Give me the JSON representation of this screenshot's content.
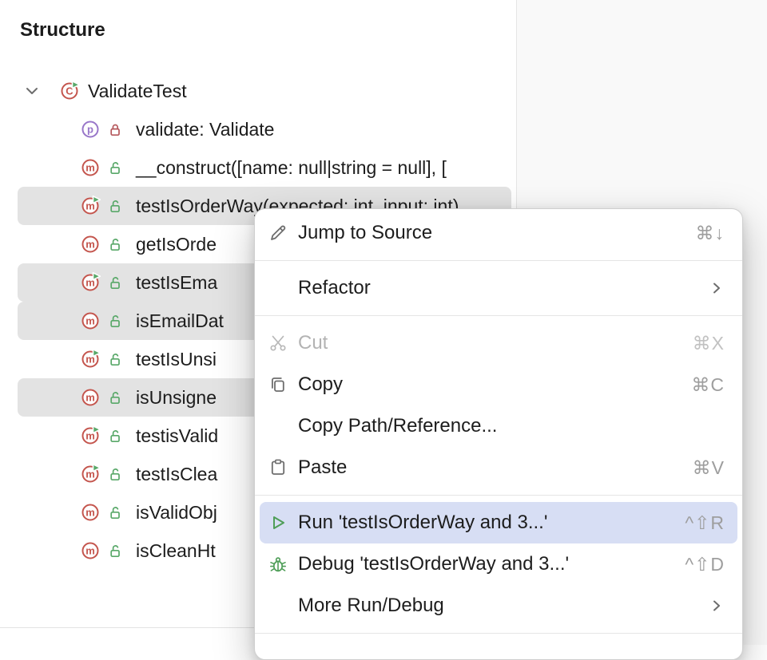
{
  "structure_panel": {
    "title": "Structure",
    "root": {
      "label": "ValidateTest",
      "icon": "test-class-icon",
      "expanded": true
    },
    "items": [
      {
        "label": "validate: Validate",
        "icon": "property-icon",
        "modifier_icon": "lock-icon",
        "badge": false,
        "selected": false
      },
      {
        "label": "__construct([name: null|string = null], [",
        "icon": "method-icon",
        "modifier_icon": "unlock-icon",
        "badge": false,
        "selected": false
      },
      {
        "label": "testIsOrderWay(expected: int, input: int)",
        "icon": "method-icon",
        "modifier_icon": "unlock-icon",
        "badge": true,
        "selected": true
      },
      {
        "label": "getIsOrde",
        "icon": "method-icon",
        "modifier_icon": "unlock-icon",
        "badge": false,
        "selected": false
      },
      {
        "label": "testIsEma",
        "icon": "method-icon",
        "modifier_icon": "unlock-icon",
        "badge": true,
        "selected": true
      },
      {
        "label": "isEmailDat",
        "icon": "method-icon",
        "modifier_icon": "unlock-icon",
        "badge": false,
        "selected": true
      },
      {
        "label": "testIsUnsi",
        "icon": "method-icon",
        "modifier_icon": "unlock-icon",
        "badge": true,
        "selected": false
      },
      {
        "label": "isUnsigne",
        "icon": "method-icon",
        "modifier_icon": "unlock-icon",
        "badge": false,
        "selected": true
      },
      {
        "label": "testisValid",
        "icon": "method-icon",
        "modifier_icon": "unlock-icon",
        "badge": true,
        "selected": false
      },
      {
        "label": "testIsClea",
        "icon": "method-icon",
        "modifier_icon": "unlock-icon",
        "badge": true,
        "selected": false
      },
      {
        "label": "isValidObj",
        "icon": "method-icon",
        "modifier_icon": "unlock-icon",
        "badge": false,
        "selected": false
      },
      {
        "label": "isCleanHt",
        "icon": "method-icon",
        "modifier_icon": "unlock-icon",
        "badge": false,
        "selected": false
      }
    ]
  },
  "context_menu": {
    "jump_to_source": {
      "label": "Jump to Source",
      "icon": "pencil-icon",
      "shortcut": "⌘↓"
    },
    "refactor": {
      "label": "Refactor",
      "submenu": true
    },
    "cut": {
      "label": "Cut",
      "icon": "scissors-icon",
      "shortcut": "⌘X",
      "disabled": true
    },
    "copy": {
      "label": "Copy",
      "icon": "copy-icon",
      "shortcut": "⌘C"
    },
    "copy_path": {
      "label": "Copy Path/Reference..."
    },
    "paste": {
      "label": "Paste",
      "icon": "paste-icon",
      "shortcut": "⌘V"
    },
    "run": {
      "label": "Run 'testIsOrderWay and 3...'",
      "icon": "run-icon",
      "shortcut": "^⇧R",
      "highlighted": true
    },
    "debug": {
      "label": "Debug 'testIsOrderWay and 3...'",
      "icon": "debug-icon",
      "shortcut": "^⇧D"
    },
    "more_run_debug": {
      "label": "More Run/Debug",
      "submenu": true
    }
  },
  "colors": {
    "menu_selection_bg": "#d7def4",
    "tree_selection_bg": "#e3e3e3",
    "run_green": "#59a869",
    "method_icon_red": "#c4554d",
    "property_icon_purple": "#9876c9",
    "shortcut_gray": "#9e9e9e"
  }
}
